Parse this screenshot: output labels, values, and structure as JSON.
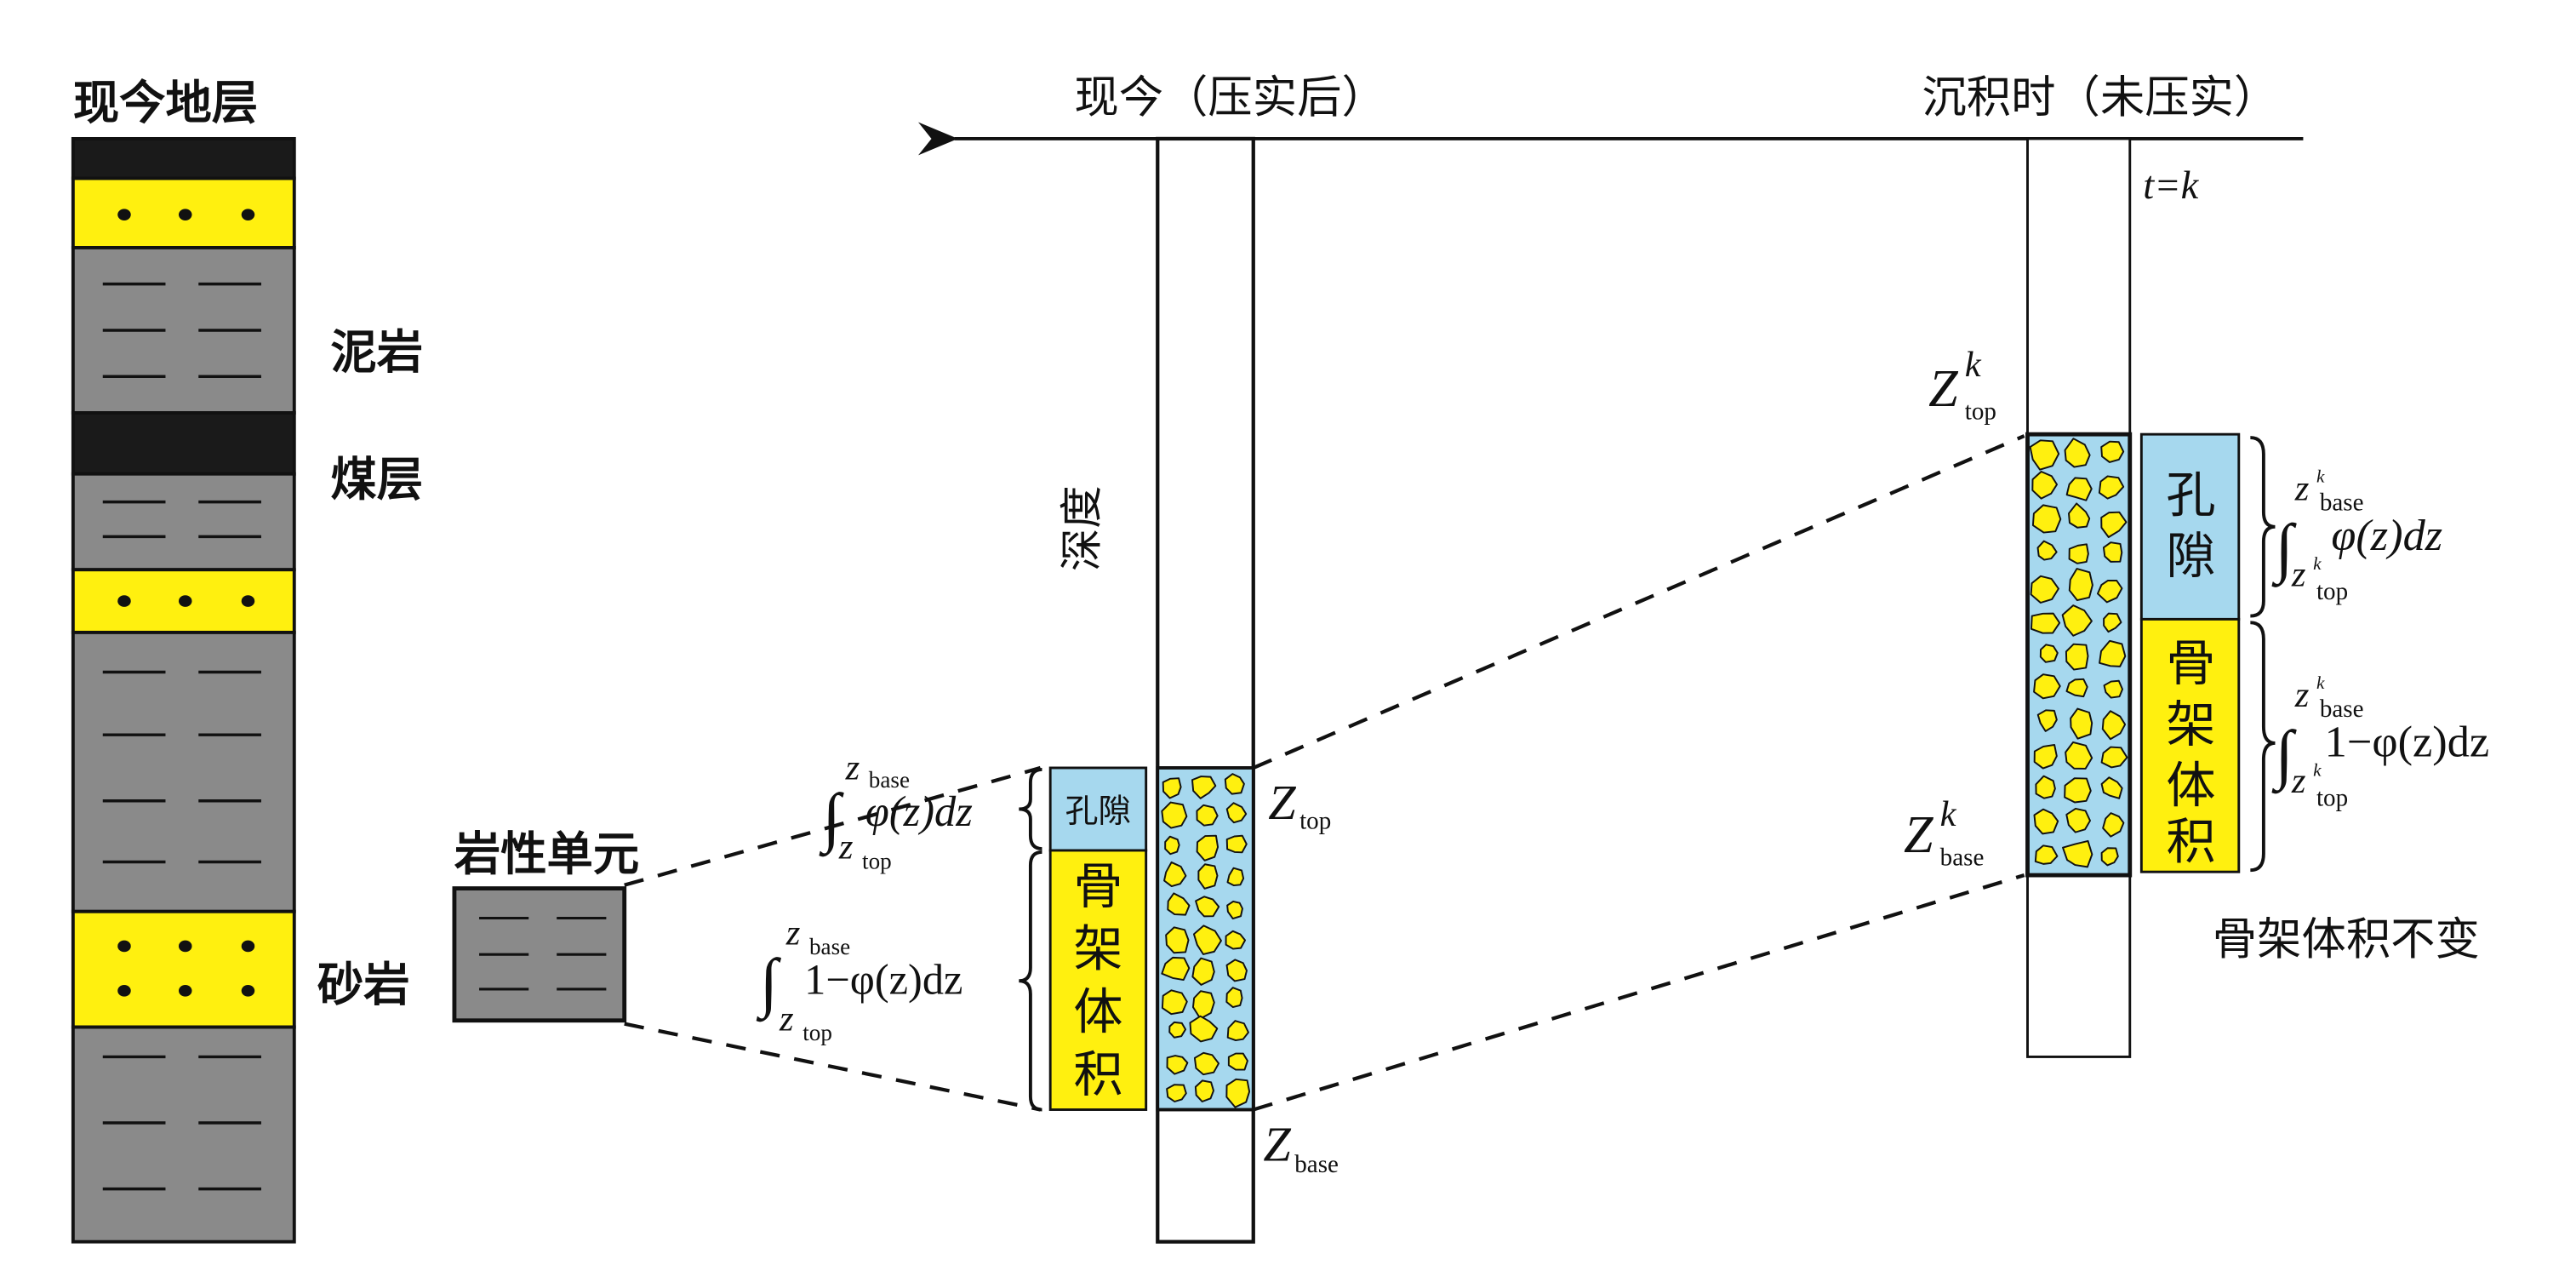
{
  "colors": {
    "sand": "#fff00f",
    "mud": "#8a8a8a",
    "coal": "#1a1a1a",
    "pore": "#a6d8ee",
    "line": "#111111"
  },
  "left_column": {
    "title": "现今地层",
    "labels": {
      "mudstone": "泥岩",
      "coal": "煤层",
      "sandstone": "砂岩"
    }
  },
  "unit": {
    "title": "岩性单元"
  },
  "timeline": {
    "present_label": "现今（压实后）",
    "deposition_label": "沉积时（未压实）",
    "time_label": "t=k"
  },
  "present": {
    "depth_label": "深度",
    "pore_label": "孔隙",
    "matrix_chars": [
      "骨",
      "架",
      "体",
      "积"
    ],
    "z_top": {
      "main": "Z",
      "sub": "top"
    },
    "z_base": {
      "main": "Z",
      "sub": "base"
    },
    "pore_formula": {
      "upper": "z",
      "upper_sub": "base",
      "lower": "z",
      "lower_sub": "top",
      "body": "φ(z)dz"
    },
    "matrix_formula": {
      "upper": "z",
      "upper_sub": "base",
      "lower": "z",
      "lower_sub": "top",
      "body": "1−φ(z)dz"
    }
  },
  "deposition": {
    "z_top": {
      "main": "Z",
      "sup": "k",
      "sub": "top"
    },
    "z_base": {
      "main": "Z",
      "sup": "k",
      "sub": "base"
    },
    "pore_chars": [
      "孔",
      "隙"
    ],
    "matrix_chars": [
      "骨",
      "架",
      "体",
      "积"
    ],
    "pore_formula": {
      "upper": "z",
      "sup": "k",
      "upper_sub": "base",
      "lower": "z",
      "lower_sub": "top",
      "body": "φ(z)dz"
    },
    "matrix_formula": {
      "upper": "z",
      "sup": "k",
      "upper_sub": "base",
      "lower": "z",
      "lower_sub": "top",
      "body": "1−φ(z)dz"
    },
    "note": "骨架体积不变"
  }
}
